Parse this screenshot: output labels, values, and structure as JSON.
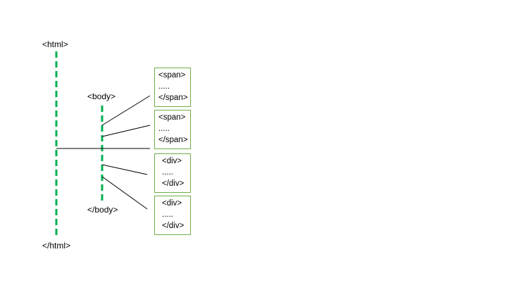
{
  "colors": {
    "dashed_line": "#00b050",
    "box_border": "#70ad47",
    "connector": "#000000"
  },
  "html_open": "<html>",
  "html_close": "</html>",
  "body_open": "<body>",
  "body_close": "</body>",
  "boxes": [
    {
      "open": "<span>",
      "content": ".....",
      "close": "</span>"
    },
    {
      "open": "<span>",
      "content": ".....",
      "close": "</span>"
    },
    {
      "open": "<div>",
      "content": ".....",
      "close": "</div>"
    },
    {
      "open": "<div>",
      "content": ".....",
      "close": "</div>"
    }
  ]
}
